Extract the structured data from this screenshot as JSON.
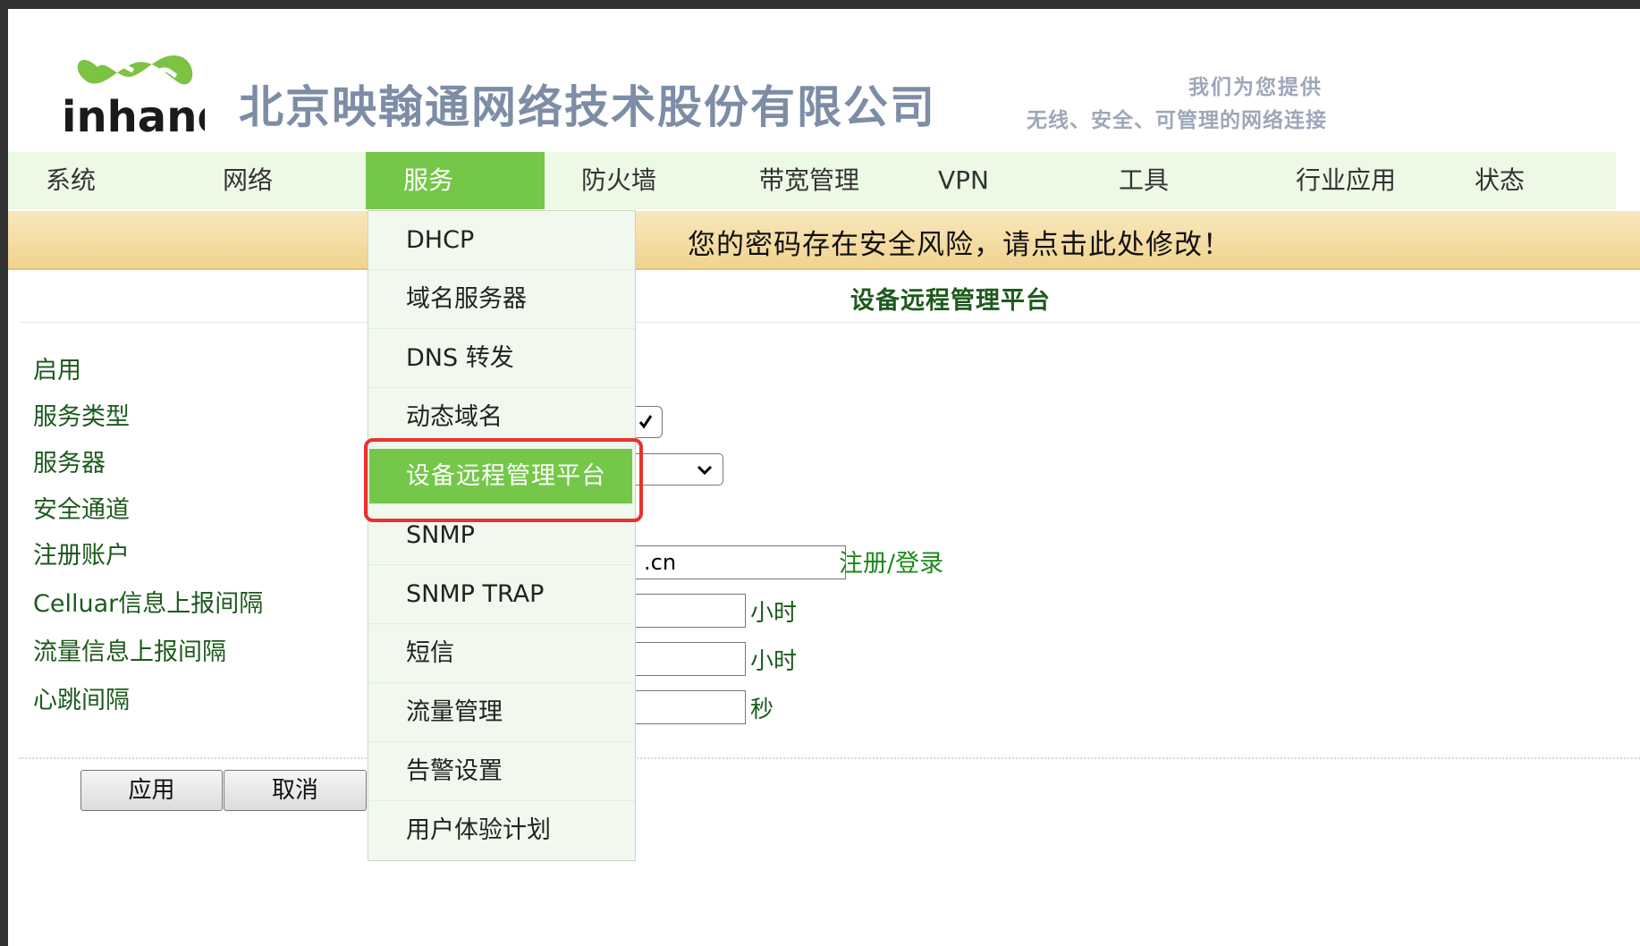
{
  "header": {
    "logo_text": "inhand",
    "company_name": "北京映翰通网络技术股份有限公司",
    "slogan_line1": "我们为您提供",
    "slogan_line2": "无线、安全、可管理的网络连接"
  },
  "nav": {
    "items": [
      {
        "label": "系统"
      },
      {
        "label": "网络"
      },
      {
        "label": "服务"
      },
      {
        "label": "防火墙"
      },
      {
        "label": "带宽管理"
      },
      {
        "label": "VPN"
      },
      {
        "label": "工具"
      },
      {
        "label": "行业应用"
      },
      {
        "label": "状态"
      }
    ],
    "active": "服务"
  },
  "warning": {
    "text": "您的密码存在安全风险，请点击此处修改！"
  },
  "dropdown": {
    "items": [
      {
        "label": "DHCP"
      },
      {
        "label": "域名服务器"
      },
      {
        "label": "DNS 转发"
      },
      {
        "label": "动态域名"
      },
      {
        "label": "设备远程管理平台"
      },
      {
        "label": "SNMP"
      },
      {
        "label": "SNMP TRAP"
      },
      {
        "label": "短信"
      },
      {
        "label": "流量管理"
      },
      {
        "label": "告警设置"
      },
      {
        "label": "用户体验计划"
      }
    ],
    "active": "设备远程管理平台"
  },
  "main": {
    "section_title": "设备远程管理平台",
    "labels": {
      "enable": "启用",
      "service_type": "服务类型",
      "server": "服务器",
      "secure_channel": "安全通道",
      "account": "注册账户",
      "cellular_interval": "Celluar信息上报间隔",
      "traffic_interval": "流量信息上报间隔",
      "heartbeat": "心跳间隔"
    },
    "enable_checked": true,
    "account_value": ".cn",
    "register_link": "注册/登录",
    "unit_hour1": "小时",
    "unit_hour2": "小时",
    "unit_second": "秒",
    "apply_label": "应用",
    "cancel_label": "取消"
  },
  "colors": {
    "nav_active": "#74c748",
    "nav_bg": "#ecf9e5",
    "label_green": "#1c5a1c",
    "highlight_red": "#e8322f"
  }
}
